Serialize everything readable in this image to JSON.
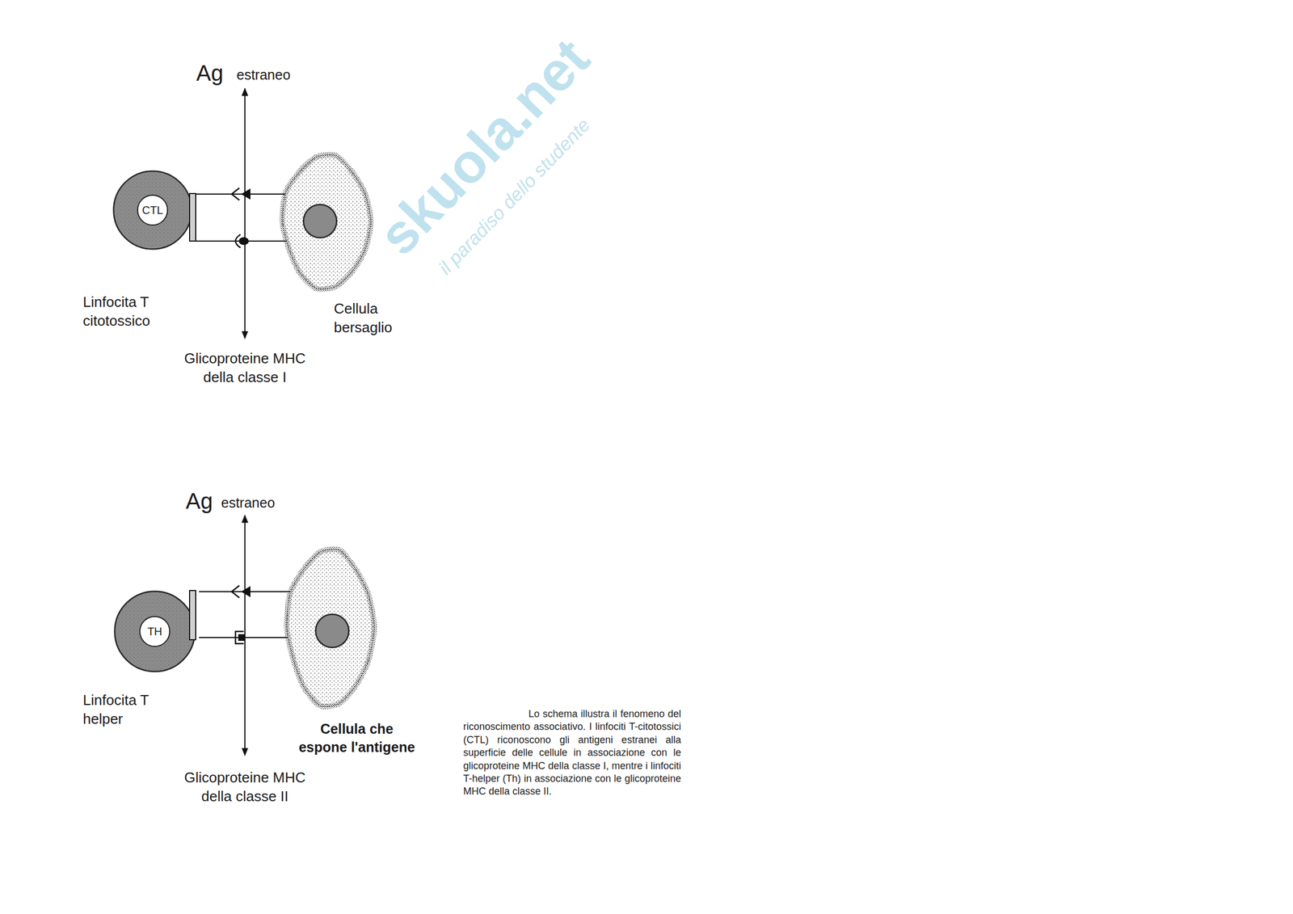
{
  "diagram": {
    "caption": "Lo schema illustra il fenomeno del riconoscimento associativo. I linfociti T-citotossici (CTL) riconoscono gli antigeni estranei alla superficie delle cellule in associazione con le glicoproteine MHC della classe I, mentre i linfociti T-helper (Th) in associazione con le glicoproteine MHC della classe II.",
    "nodes": [
      {
        "text": [
          "Linfocita T citotossico"
        ]
      },
      {
        "text": [
          "CTL"
        ],
        "in": 0
      },
      {
        "text": [
          "Cellula bersaglio"
        ]
      },
      {
        "text": [
          "Linfocita T helper"
        ]
      },
      {
        "text": [
          "TH"
        ],
        "in": 3
      },
      {
        "text": [
          "Cellula che espone l'antigene"
        ]
      }
    ],
    "edges": [
      {
        "from": 0,
        "to": 2,
        "arrow": "none"
      },
      {
        "from": 0,
        "to": 2,
        "arrow": "none"
      },
      {
        "from": 3,
        "to": 5,
        "arrow": "none"
      },
      {
        "from": 3,
        "to": 5,
        "arrow": "none"
      }
    ],
    "labels": [
      "Ag",
      "estraneo",
      "Glicoproteine MHC della classe I",
      "Ag",
      "estraneo",
      "Glicoproteine MHC della classe II",
      "skuola.net",
      "il paradiso dello studente"
    ]
  }
}
